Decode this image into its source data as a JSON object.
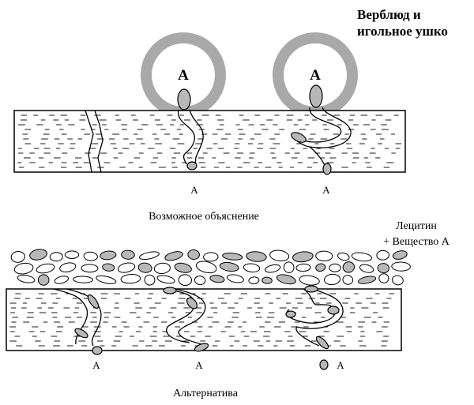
{
  "title": {
    "line1": "Верблюд и",
    "line2": "игольное ушко"
  },
  "top_panel": {
    "ring_left_label": "А",
    "ring_right_label": "А",
    "exit_left_label": "А",
    "exit_right_label": "А",
    "caption": "Возможное объяснение"
  },
  "legend": {
    "line1": "Лецитин",
    "line2": "+ Вещество А"
  },
  "bottom_panel": {
    "exit_label_1": "А",
    "exit_label_2": "А",
    "exit_label_3": "А",
    "caption": "Альтернатива"
  },
  "colors": {
    "ring": "#a9a9a9",
    "molecule": "#b8b8b8",
    "stroke": "#000000"
  }
}
